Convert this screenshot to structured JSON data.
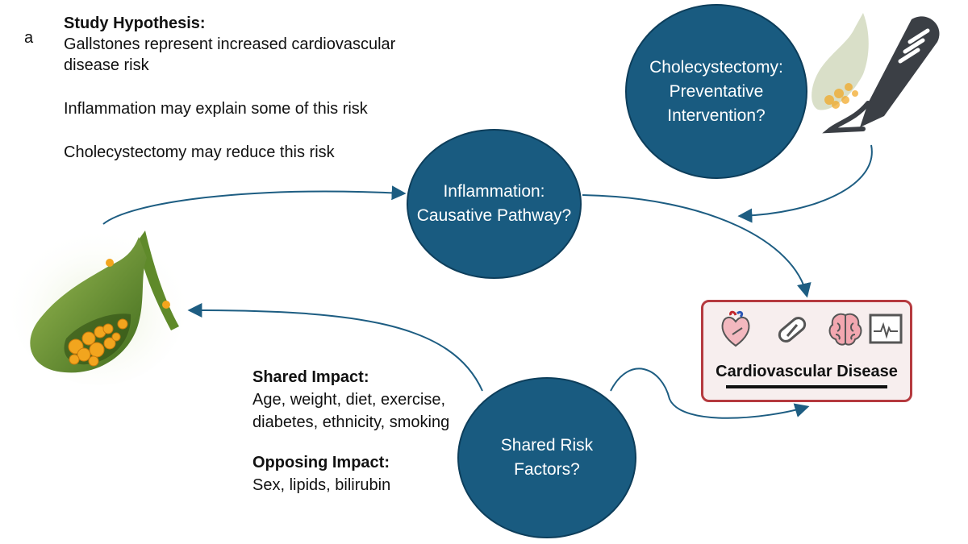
{
  "panel_label": "a",
  "hypothesis": {
    "heading": "Study Hypothesis:",
    "line1": "Gallstones represent increased cardiovascular disease risk",
    "line2": "Inflammation may explain some of this risk",
    "line3": "Cholecystectomy may reduce this risk"
  },
  "nodes": {
    "inflammation": "Inflammation: Causative Pathway?",
    "cholecystectomy": "Cholecystectomy: Preventative Intervention?",
    "shared": "Shared Risk Factors?"
  },
  "risk_factors": {
    "shared_heading": "Shared Impact:",
    "shared_text": "Age, weight, diet, exercise, diabetes, ethnicity, smoking",
    "opposing_heading": "Opposing Impact:",
    "opposing_text": "Sex, lipids, bilirubin"
  },
  "outcome": {
    "title": "Cardiovascular Disease",
    "icons": [
      "heart-icon",
      "pill-icon",
      "brain-icon",
      "ecg-monitor-icon"
    ]
  },
  "colors": {
    "circle": "#195b80",
    "arrow": "#1d5d82",
    "outcome_border": "#b53a3f",
    "gallbladder": "#6b8e2a",
    "gallstone": "#f2a51e"
  }
}
